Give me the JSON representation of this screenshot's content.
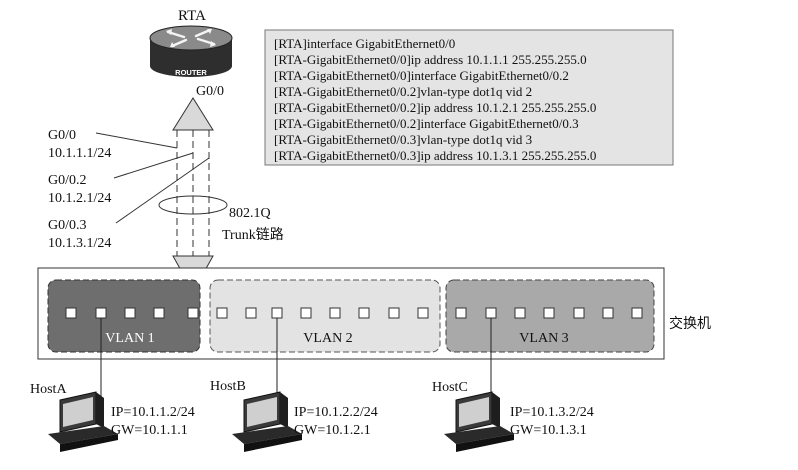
{
  "router": {
    "name": "RTA",
    "badge": "ROUTER",
    "port": "G0/0"
  },
  "config_lines": [
    "[RTA]interface GigabitEthernet0/0",
    "[RTA-GigabitEthernet0/0]ip address 10.1.1.1 255.255.255.0",
    "[RTA-GigabitEthernet0/0]interface GigabitEthernet0/0.2",
    "[RTA-GigabitEthernet0/0.2]vlan-type dot1q vid 2",
    "[RTA-GigabitEthernet0/0.2]ip address 10.1.2.1 255.255.255.0",
    "[RTA-GigabitEthernet0/0.2]interface GigabitEthernet0/0.3",
    "[RTA-GigabitEthernet0/0.3]vlan-type dot1q vid 3",
    "[RTA-GigabitEthernet0/0.3]ip address 10.1.3.1 255.255.255.0"
  ],
  "subinterfaces": [
    {
      "name": "G0/0",
      "ip": "10.1.1.1/24"
    },
    {
      "name": "G0/0.2",
      "ip": "10.1.2.1/24"
    },
    {
      "name": "G0/0.3",
      "ip": "10.1.3.1/24"
    }
  ],
  "trunk": {
    "protocol": "802.1Q",
    "label": "Trunk链路"
  },
  "switch_label": "交换机",
  "vlans": [
    "VLAN 1",
    "VLAN 2",
    "VLAN 3"
  ],
  "colors": {
    "vlan1": "#6e6e6e",
    "vlan2": "#e3e3e3",
    "vlan3": "#a9a9a9",
    "config_bg": "#e4e4e4"
  },
  "hosts": [
    {
      "name": "HostA",
      "ip": "IP=10.1.1.2/24",
      "gw": "GW=10.1.1.1"
    },
    {
      "name": "HostB",
      "ip": "IP=10.1.2.2/24",
      "gw": "GW=10.1.2.1"
    },
    {
      "name": "HostC",
      "ip": "IP=10.1.3.2/24",
      "gw": "GW=10.1.3.1"
    }
  ]
}
